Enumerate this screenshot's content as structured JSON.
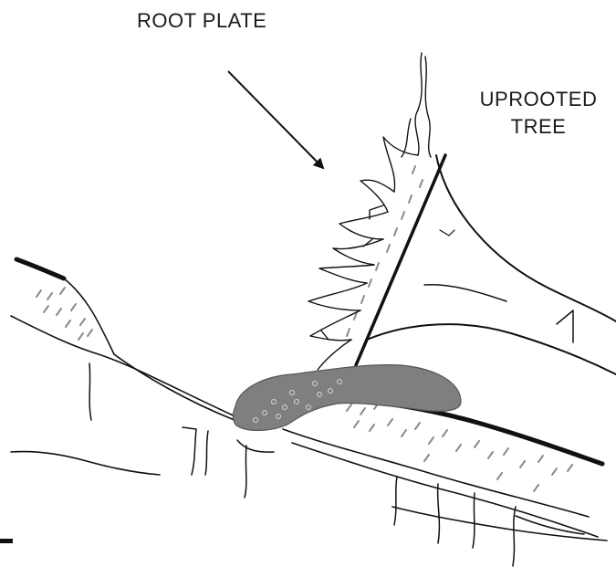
{
  "labels": {
    "root_plate": "ROOT PLATE",
    "uprooted_tree_line1": "UPROOTED",
    "uprooted_tree_line2": "TREE"
  },
  "colors": {
    "ink": "#111111",
    "pit_fill": "#7f7f7f",
    "hatch": "#8a8a8a",
    "background": "#ffffff"
  }
}
